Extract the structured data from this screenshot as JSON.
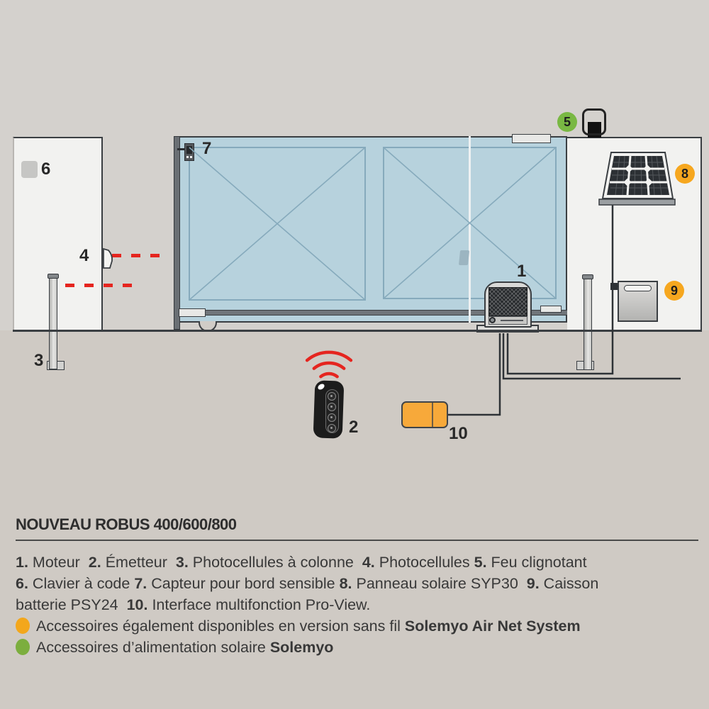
{
  "colors": {
    "sky": "#d4d1cd",
    "ground": "#cfcac4",
    "wall": "#f2f2f0",
    "gate_blue": "#b7d2dd",
    "panel_line": "#86aabc",
    "outline_dark": "#3a3e42",
    "red": "#e5251f",
    "orange_badge": "#f6a71f",
    "green_badge": "#79b843",
    "interface_orange": "#f7a93a",
    "bullet_orange": "#f3a71c",
    "bullet_green": "#7cae3e"
  },
  "diagram": {
    "labels": {
      "motor": "1",
      "transmitter": "2",
      "photocell_column": "3",
      "photocell": "4",
      "flashing_light": "5",
      "keypad": "6",
      "edge_sensor": "7",
      "solar_panel": "8",
      "battery_box": "9",
      "interface": "10"
    }
  },
  "legend": {
    "title": "NOUVEAU ROBUS 400/600/800",
    "lines": [
      {
        "bullet": null,
        "segments": [
          {
            "t": "1.",
            "b": true
          },
          {
            "t": " Moteur  ",
            "b": false
          },
          {
            "t": "2.",
            "b": true
          },
          {
            "t": " Émetteur  ",
            "b": false
          },
          {
            "t": "3.",
            "b": true
          },
          {
            "t": " Photocellules à colonne  ",
            "b": false
          },
          {
            "t": "4.",
            "b": true
          },
          {
            "t": " Photocellules ",
            "b": false
          },
          {
            "t": "5.",
            "b": true
          },
          {
            "t": " Feu clignotant",
            "b": false
          }
        ]
      },
      {
        "bullet": null,
        "segments": [
          {
            "t": "6.",
            "b": true
          },
          {
            "t": " Clavier à code ",
            "b": false
          },
          {
            "t": "7.",
            "b": true
          },
          {
            "t": " Capteur pour bord sensible ",
            "b": false
          },
          {
            "t": "8.",
            "b": true
          },
          {
            "t": " Panneau solaire SYP30  ",
            "b": false
          },
          {
            "t": "9.",
            "b": true
          },
          {
            "t": " Caisson",
            "b": false
          }
        ]
      },
      {
        "bullet": null,
        "segments": [
          {
            "t": "batterie PSY24  ",
            "b": false
          },
          {
            "t": "10.",
            "b": true
          },
          {
            "t": " Interface multifonction Pro-View.",
            "b": false
          }
        ]
      },
      {
        "bullet": "#f3a71c",
        "segments": [
          {
            "t": "Accessoires également disponibles en version sans fil ",
            "b": false
          },
          {
            "t": "Solemyo Air Net System",
            "b": true
          }
        ]
      },
      {
        "bullet": "#7cae3e",
        "segments": [
          {
            "t": "Accessoires d’alimentation solaire ",
            "b": false
          },
          {
            "t": "Solemyo",
            "b": true
          }
        ]
      }
    ]
  }
}
